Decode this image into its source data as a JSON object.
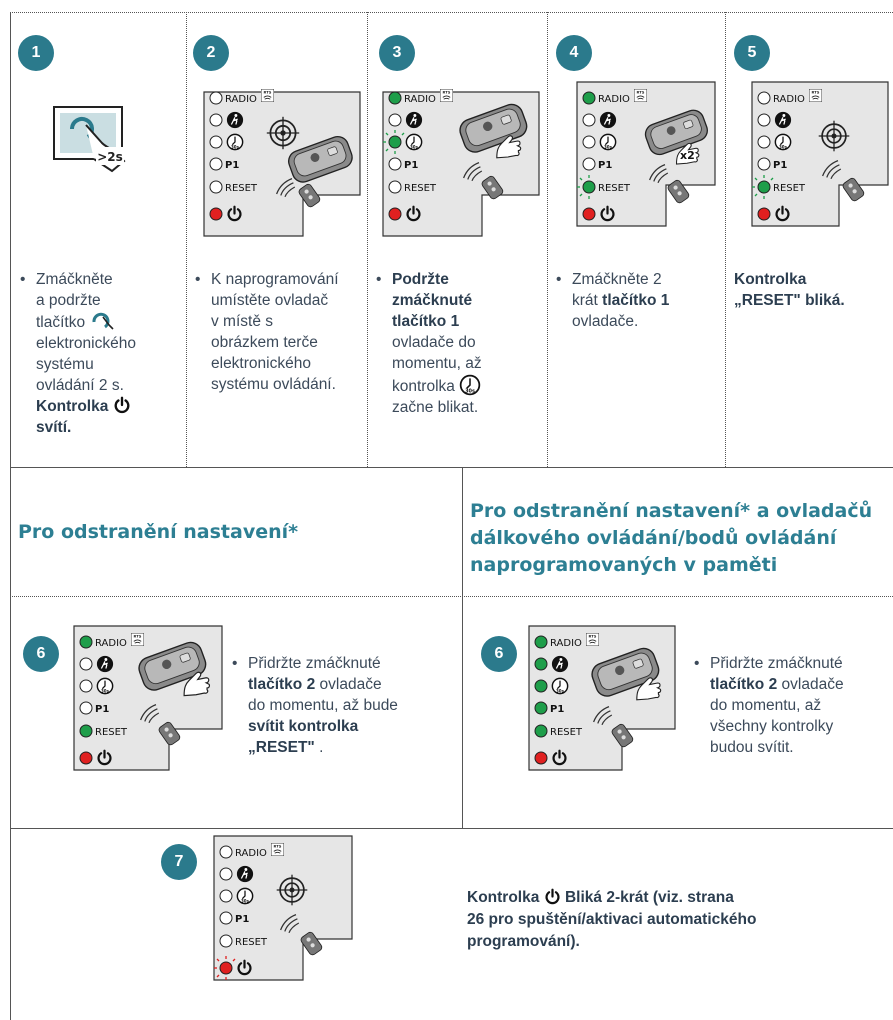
{
  "steps": {
    "s1": {
      "num": "1",
      "icon_label": ">2s",
      "lines": [
        "Zmáčkněte",
        "a podržte",
        "tlačítko",
        "elektronického",
        "systému",
        "ovládání 2 s.",
        "Kontrolka",
        "svítí."
      ]
    },
    "s2": {
      "num": "2",
      "lines": [
        "K naprogramování",
        "umístěte ovladač",
        "v místě s",
        "obrázkem terče",
        "elektronického",
        "systému ovládání."
      ]
    },
    "s3": {
      "num": "3",
      "lines": [
        "Podržte",
        "zmáčknuté",
        "tlačítko 1",
        "ovladače do",
        "momentu, až",
        "kontrolka",
        "začne blikat."
      ]
    },
    "s4": {
      "num": "4",
      "x2": "x2",
      "lines": [
        "Zmáčkněte 2",
        "krát",
        "tlačítko 1",
        "ovladače."
      ]
    },
    "s5": {
      "num": "5",
      "lines": [
        "Kontrolka",
        "„RESET\" bliká."
      ]
    },
    "s6a": {
      "num": "6",
      "lines": [
        "Přidržte zmáčknuté",
        "tlačítko 2",
        "ovladače",
        "do momentu, až bude",
        "svítit kontrolka",
        "„RESET\"",
        "."
      ]
    },
    "s6b": {
      "num": "6",
      "lines": [
        "Přidržte zmáčknuté",
        "tlačítko 2",
        "ovladače",
        "do momentu, až",
        "všechny kontrolky",
        "budou svítit."
      ]
    },
    "s7": {
      "num": "7",
      "lines": [
        "Kontrolka",
        "Bliká 2-krát (viz. strana",
        "26 pro spuštění/aktivaci automatického",
        "programování)."
      ]
    }
  },
  "headings": {
    "left": "Pro odstranění nastavení*",
    "right": [
      "Pro odstranění nastavení* a ovladačů",
      "dálkového ovládání/bodů ovládání",
      "naprogramovaných v paměti"
    ]
  },
  "panel_labels": {
    "radio": "RADIO",
    "rts": "RTS",
    "p1": "P1",
    "reset": "RESET",
    "timer": "30s"
  },
  "colors": {
    "teal": "#2b7a8c",
    "green": "#1e9e4a",
    "red": "#e02020",
    "panel_bg": "#e6e6e6"
  }
}
